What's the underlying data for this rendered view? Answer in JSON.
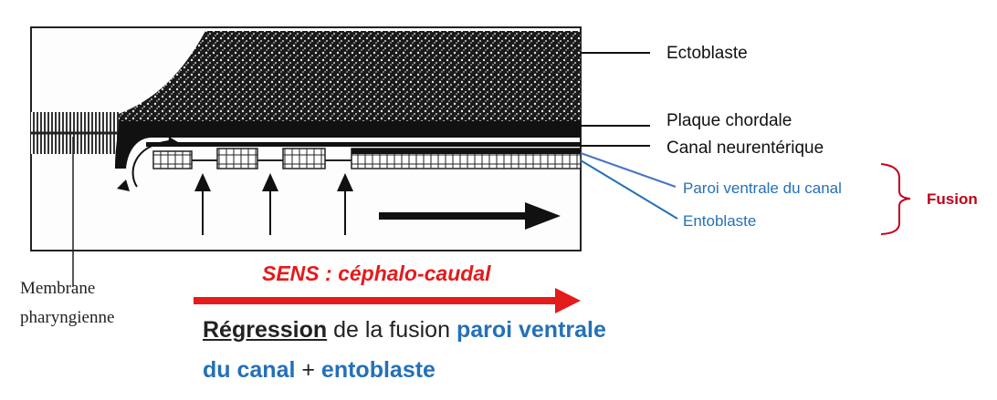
{
  "labels": {
    "ectoblaste": "Ectoblaste",
    "plaque_chordale": "Plaque chordale",
    "canal_neurenterique": "Canal neurentérique",
    "paroi_ventrale": "Paroi ventrale du canal",
    "entoblaste": "Entoblaste",
    "fusion": "Fusion",
    "membrane_line1": "Membrane",
    "membrane_line2": "pharyngienne"
  },
  "sens": "SENS : céphalo-caudal",
  "caption": {
    "regression": "Régression",
    "de_la_fusion": " de la fusion ",
    "paroi_ventrale_1": "paroi ventrale",
    "paroi_ventrale_2": "du canal",
    "plus": " + ",
    "entoblaste": "entoblaste"
  },
  "colors": {
    "sens_red": "#e31b1b",
    "blue_text": "#2470b8",
    "fusion_red": "#c0001a",
    "brace_red": "#c0001a"
  }
}
